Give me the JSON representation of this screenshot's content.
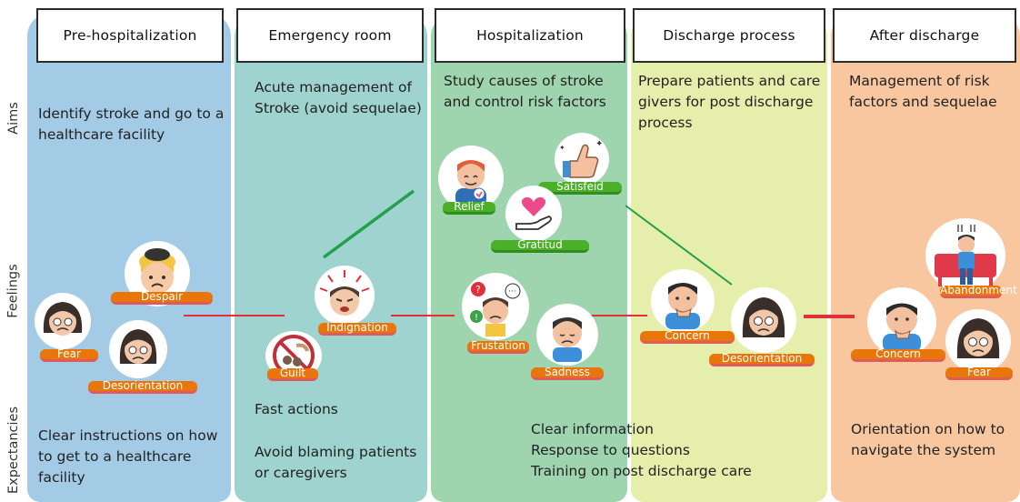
{
  "rows": {
    "aims": "Aims",
    "feelings": "Feelings",
    "expectancies": "Expectancies"
  },
  "stages": [
    {
      "title": "Pre-hospitalization",
      "color": "#a3cbe6",
      "aims": "Identify stroke and go to a\nhealthcare facility",
      "expectancies": "Clear instructions on how\nto get to a healthcare\nfacility",
      "feelings": [
        "Despair",
        "Fear",
        "Desorientation"
      ]
    },
    {
      "title": "Emergency room",
      "color": "#9fd3cf",
      "aims": "Acute management of\nStroke (avoid sequelae)",
      "expectancies_1": "Fast actions",
      "expectancies_2": "Avoid blaming patients\nor caregivers",
      "feelings": [
        "Indignation",
        "Guilt"
      ]
    },
    {
      "title": "Hospitalization",
      "color": "#9ed4ae",
      "aims": "Study causes of stroke\nand control risk factors",
      "feelings": [
        "Relief",
        "Satisfeid",
        "Gratitud",
        "Frustation",
        "Sadness"
      ]
    },
    {
      "title": "Discharge process",
      "color": "#e6eeac",
      "aims": "Prepare patients and care\ngivers for post discharge\nprocess",
      "expectancies": "Clear information\nResponse to questions\nTraining on post discharge care",
      "feelings": [
        "Concern",
        "Desorientation"
      ]
    },
    {
      "title": "After discharge",
      "color": "#f8c7a0",
      "aims": "Management of risk\nfactors and sequelae",
      "expectancies": "Orientation on how to\nnavigate the system",
      "feelings": [
        "Abandonment",
        "Concern",
        "Fear"
      ]
    }
  ],
  "colors": {
    "positive_line": "#22a04a",
    "negative_line": "#e0303a",
    "pill_negative": "#e8760a",
    "pill_positive": "#4caf2a"
  },
  "icons": [
    "despair-face-icon",
    "fear-face-icon",
    "desorientation-face-icon",
    "indignation-face-icon",
    "guilt-icon",
    "relief-face-icon",
    "thumbs-up-icon",
    "heart-hand-icon",
    "frustration-face-icon",
    "sadness-face-icon",
    "concern-face-icon",
    "abandonment-icon"
  ]
}
